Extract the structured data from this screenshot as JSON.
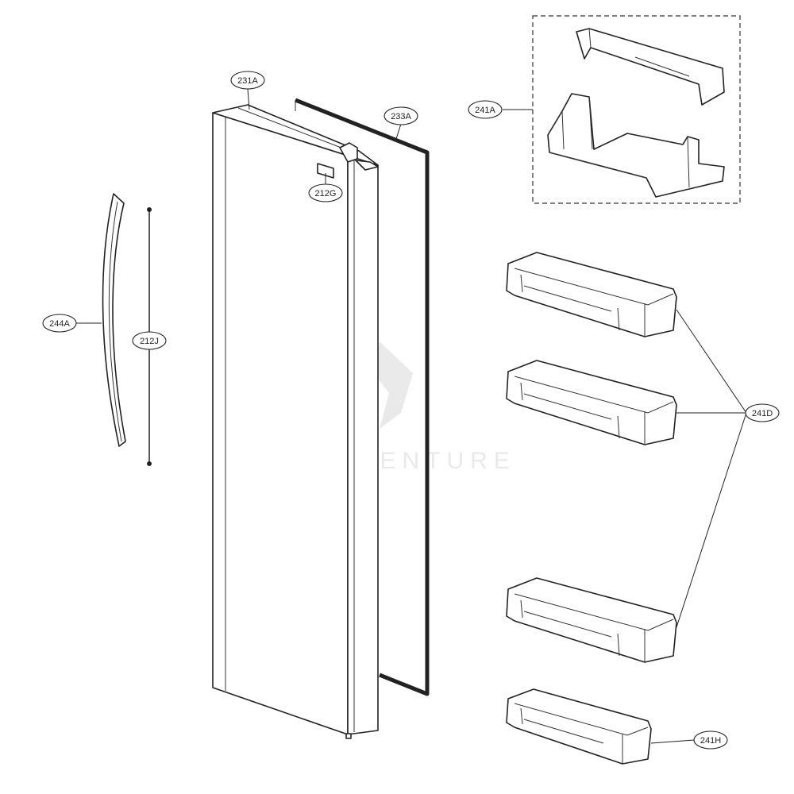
{
  "parts": [
    {
      "id": "231A",
      "name": "door-foam-assembly"
    },
    {
      "id": "233A",
      "name": "door-gasket"
    },
    {
      "id": "212G",
      "name": "label"
    },
    {
      "id": "241A",
      "name": "dairy-basket-assembly"
    },
    {
      "id": "244A",
      "name": "door-handle"
    },
    {
      "id": "212J",
      "name": "handle-rod"
    },
    {
      "id": "241D",
      "name": "door-basket"
    },
    {
      "id": "241H",
      "name": "door-basket-small"
    }
  ],
  "watermark": "LEADVENTURE"
}
